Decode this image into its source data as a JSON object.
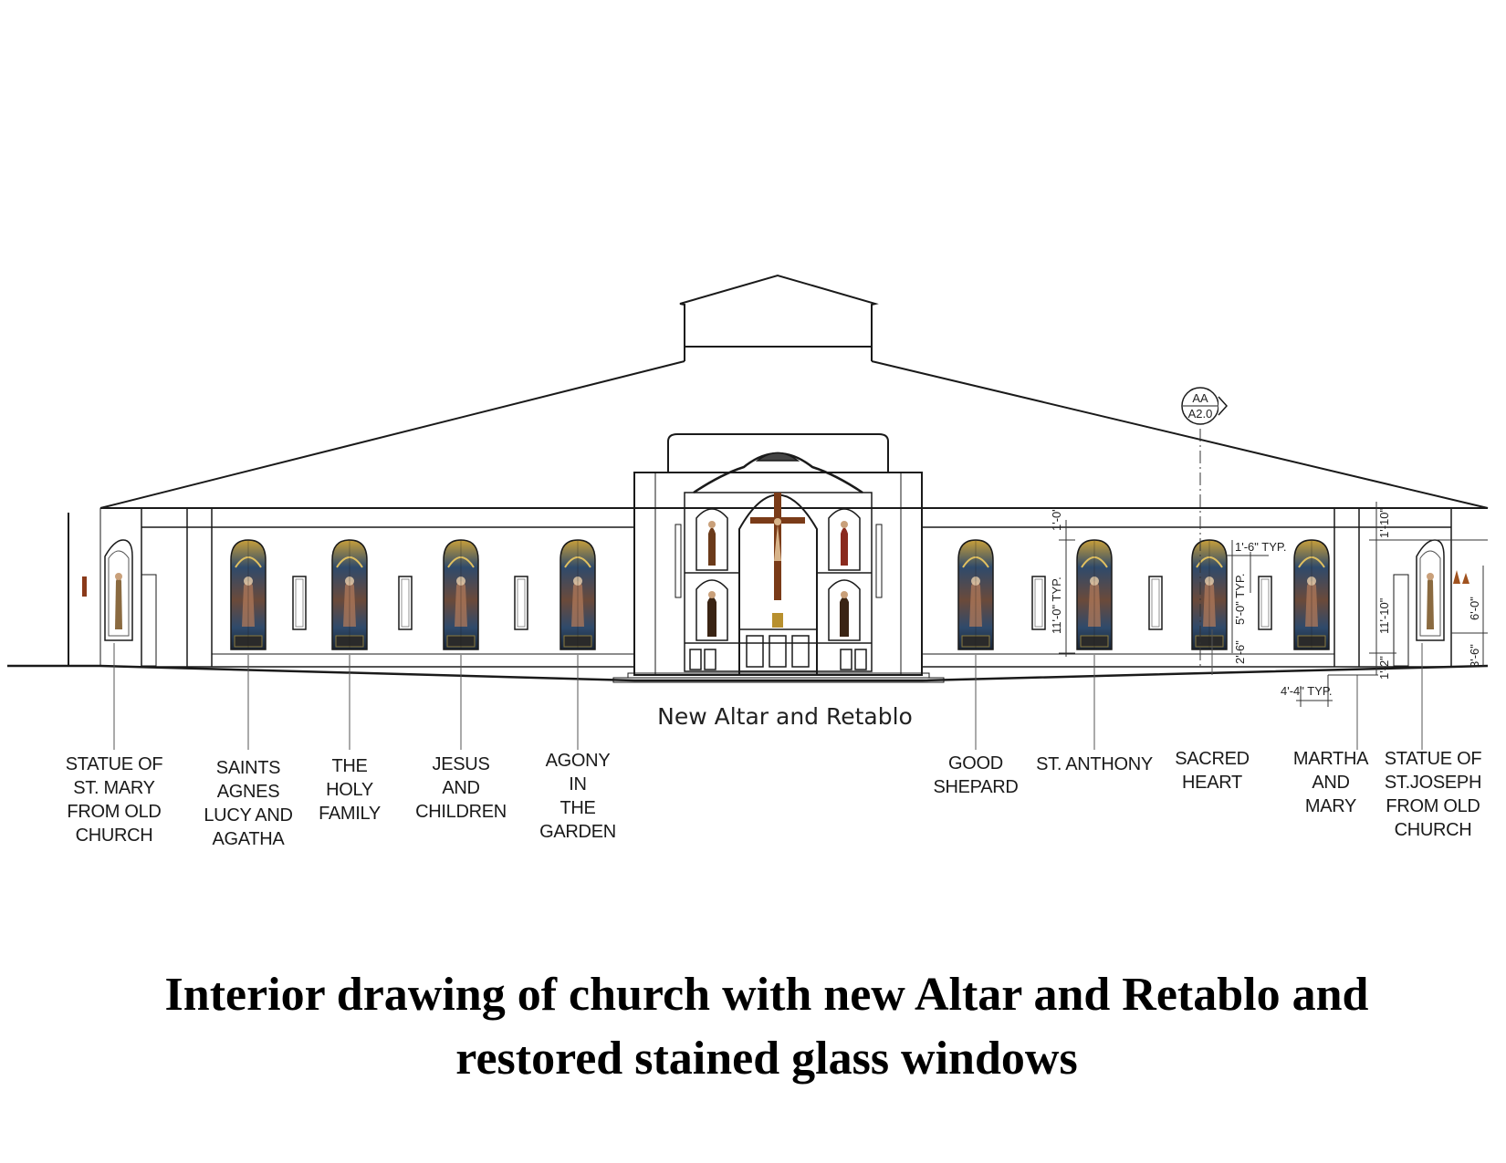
{
  "caption": {
    "line1": "Interior drawing of church with new Altar and Retablo and",
    "line2": "restored stained glass windows"
  },
  "altar_label": "New Altar and Retablo",
  "section_marker": {
    "top": "AA",
    "bottom": "A2.0"
  },
  "dimensions": {
    "d1": "1'-6\" TYP.",
    "d2": "1'-0\"",
    "d3": "11'-0\" TYP.",
    "d4": "5'-0\" TYP.",
    "d5": "2'-6\"",
    "d6": "11'-10\"",
    "d7": "1'-2\"",
    "d8": "1'-10\"",
    "d9": "6'-0\"",
    "d10": "3'-6\"",
    "d11": "4'-4\" TYP."
  },
  "labels": [
    {
      "id": "st-mary",
      "lines": [
        "STATUE OF",
        "ST. MARY",
        "FROM OLD",
        "CHURCH"
      ]
    },
    {
      "id": "saints-agnes",
      "lines": [
        "SAINTS",
        "AGNES",
        "LUCY AND",
        "AGATHA"
      ]
    },
    {
      "id": "holy-family",
      "lines": [
        "THE",
        "HOLY",
        "FAMILY"
      ]
    },
    {
      "id": "jesus-children",
      "lines": [
        "JESUS",
        "AND",
        "CHILDREN"
      ]
    },
    {
      "id": "agony-garden",
      "lines": [
        "AGONY",
        "IN",
        "THE",
        "GARDEN"
      ]
    },
    {
      "id": "good-shepard",
      "lines": [
        "GOOD",
        "SHEPARD"
      ]
    },
    {
      "id": "st-anthony",
      "lines": [
        "ST. ANTHONY"
      ]
    },
    {
      "id": "sacred-heart",
      "lines": [
        "SACRED",
        "HEART"
      ]
    },
    {
      "id": "martha-mary",
      "lines": [
        "MARTHA",
        "AND",
        "MARY"
      ]
    },
    {
      "id": "st-joseph",
      "lines": [
        "STATUE OF",
        "ST.JOSEPH",
        "FROM OLD",
        "CHURCH"
      ]
    }
  ],
  "colors": {
    "line": "#1a1a1a",
    "glass_gold": "#b8902e",
    "glass_blue": "#2f4a6b",
    "glass_red": "#8a2a1e",
    "cross_wood": "#7a3b18"
  }
}
